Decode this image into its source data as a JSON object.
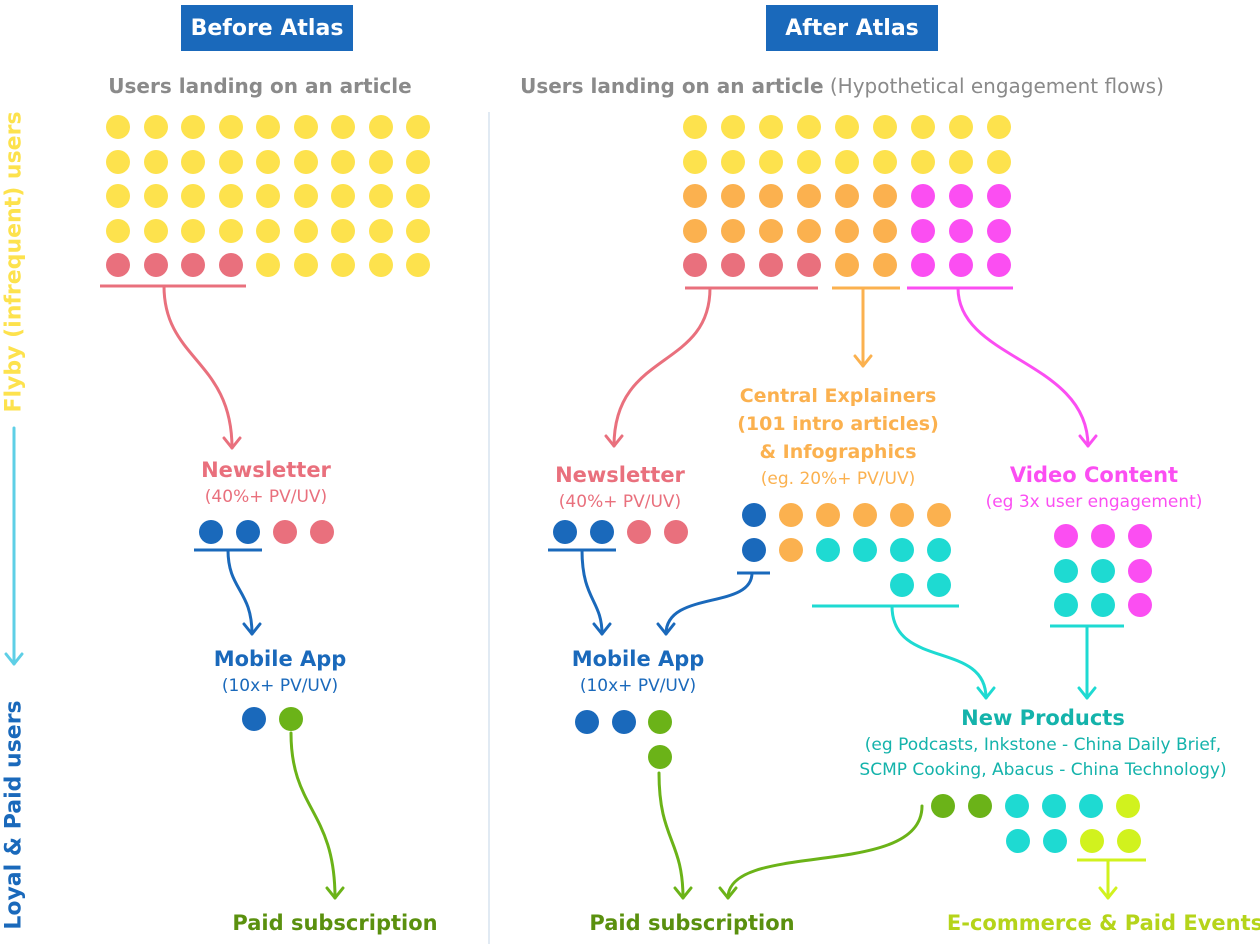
{
  "colors": {
    "blue_header": "#1a69bb",
    "yellow": "#fde24d",
    "red": "#e9707d",
    "orange": "#fbb14f",
    "magenta": "#fb4ef2",
    "blue": "#1a69bb",
    "green": "#6bb318",
    "teal": "#1edad2",
    "lime": "#d1f21e",
    "arrow_cyan": "#5ecfe6",
    "grey": "#8a8a8a",
    "label_yellow": "#fde24d",
    "label_green": "#5a900e"
  },
  "headers": {
    "before": "Before Atlas",
    "after": "After Atlas"
  },
  "side_labels": {
    "top": "Flyby (infrequent) users",
    "bottom": "Loyal & Paid users"
  },
  "before": {
    "subtitle": "Users landing on an article",
    "newsletter": {
      "title": "Newsletter",
      "sub": "(40%+ PV/UV)"
    },
    "mobile": {
      "title": "Mobile App",
      "sub": "(10x+ PV/UV)"
    },
    "paid": "Paid subscription"
  },
  "after": {
    "subtitle_bold": "Users landing on an article",
    "subtitle_light": "(Hypothetical engagement flows)",
    "newsletter": {
      "title": "Newsletter",
      "sub": "(40%+ PV/UV)"
    },
    "explainers": {
      "line1": "Central Explainers",
      "line2": "(101 intro articles)",
      "line3": "& Infographics",
      "sub": "(eg. 20%+ PV/UV)"
    },
    "video": {
      "title": "Video Content",
      "sub": "(eg 3x user engagement)"
    },
    "mobile": {
      "title": "Mobile App",
      "sub": "(10x+ PV/UV)"
    },
    "new_products": {
      "title": "New Products",
      "line1": "(eg Podcasts,  Inkstone - China Daily Brief,",
      "line2": "SCMP Cooking, Abacus - China Technology)"
    },
    "paid": "Paid subscription",
    "ecommerce": "E-commerce & Paid Events"
  },
  "dot_groups": {
    "before_grid": [
      [
        "yellow",
        "yellow",
        "yellow",
        "yellow",
        "yellow",
        "yellow",
        "yellow",
        "yellow",
        "yellow"
      ],
      [
        "yellow",
        "yellow",
        "yellow",
        "yellow",
        "yellow",
        "yellow",
        "yellow",
        "yellow",
        "yellow"
      ],
      [
        "yellow",
        "yellow",
        "yellow",
        "yellow",
        "yellow",
        "yellow",
        "yellow",
        "yellow",
        "yellow"
      ],
      [
        "yellow",
        "yellow",
        "yellow",
        "yellow",
        "yellow",
        "yellow",
        "yellow",
        "yellow",
        "yellow"
      ],
      [
        "red",
        "red",
        "red",
        "red",
        "yellow",
        "yellow",
        "yellow",
        "yellow",
        "yellow"
      ]
    ],
    "after_grid": [
      [
        "yellow",
        "yellow",
        "yellow",
        "yellow",
        "yellow",
        "yellow",
        "yellow",
        "yellow",
        "yellow"
      ],
      [
        "yellow",
        "yellow",
        "yellow",
        "yellow",
        "yellow",
        "yellow",
        "yellow",
        "yellow",
        "yellow"
      ],
      [
        "orange",
        "orange",
        "orange",
        "orange",
        "orange",
        "orange",
        "magenta",
        "magenta",
        "magenta"
      ],
      [
        "orange",
        "orange",
        "orange",
        "orange",
        "orange",
        "orange",
        "magenta",
        "magenta",
        "magenta"
      ],
      [
        "red",
        "red",
        "red",
        "red",
        "orange",
        "orange",
        "magenta",
        "magenta",
        "magenta"
      ]
    ],
    "before_newsletter": [
      "blue",
      "blue",
      "red",
      "red"
    ],
    "before_mobile": [
      "blue",
      "green"
    ],
    "after_newsletter": [
      "blue",
      "blue",
      "red",
      "red"
    ],
    "explainers": [
      [
        "blue",
        "orange",
        "orange",
        "orange",
        "orange",
        "orange"
      ],
      [
        "blue",
        "orange",
        "teal",
        "teal",
        "teal",
        "teal"
      ],
      [
        "teal",
        "teal"
      ]
    ],
    "video": [
      [
        "magenta",
        "magenta",
        "magenta"
      ],
      [
        "teal",
        "teal",
        "magenta"
      ],
      [
        "teal",
        "teal",
        "magenta"
      ]
    ],
    "after_mobile": [
      [
        "blue",
        "blue",
        "green"
      ],
      [
        "green"
      ]
    ],
    "new_products": [
      [
        "green",
        "green",
        "teal",
        "teal",
        "teal",
        "lime"
      ],
      [
        "teal",
        "teal",
        "lime",
        "lime"
      ]
    ]
  }
}
